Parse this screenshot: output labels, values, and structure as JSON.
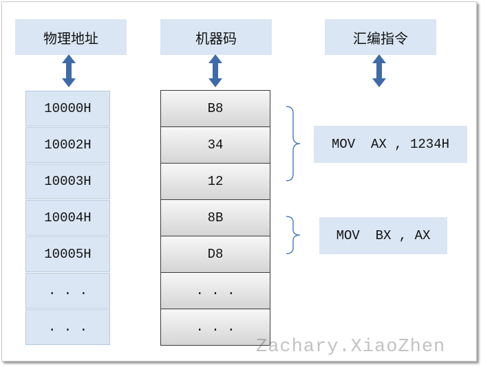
{
  "headers": {
    "physical_address": "物理地址",
    "machine_code": "机器码",
    "assembly": "汇编指令"
  },
  "addresses": [
    "10000H",
    "10002H",
    "10003H",
    "10004H",
    "10005H",
    ". . .",
    ". . ."
  ],
  "machine_codes": [
    "B8",
    "34",
    "12",
    "8B",
    "D8",
    ". . .",
    ". . ."
  ],
  "instructions": [
    {
      "text": "MOV  AX , 1234H"
    },
    {
      "text": "MOV  BX , AX"
    }
  ],
  "watermark": "Zachary.XiaoZhen",
  "colors": {
    "header_fill": "#dae6f3",
    "arrow_fill": "#3f6aa8",
    "brace_stroke": "#4f7fc0",
    "cell_border": "#3a3a3a"
  }
}
